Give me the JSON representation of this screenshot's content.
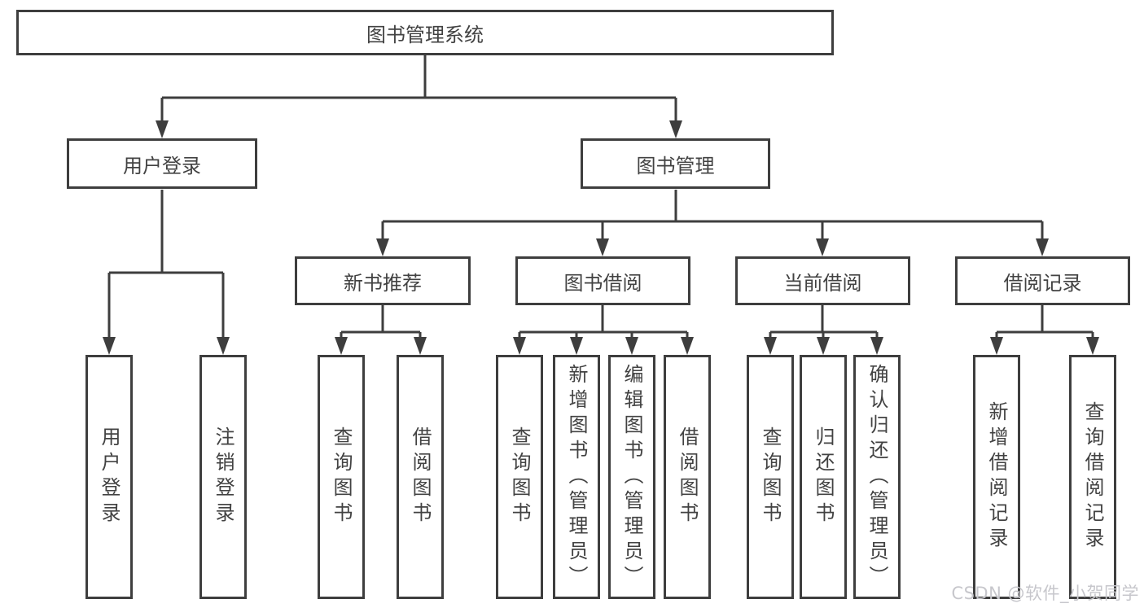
{
  "diagram": {
    "title": "图书管理系统",
    "root": {
      "label": "图书管理系统"
    },
    "level2": [
      {
        "label": "用户登录"
      },
      {
        "label": "图书管理"
      }
    ],
    "level3": [
      {
        "label": "新书推荐"
      },
      {
        "label": "图书借阅"
      },
      {
        "label": "当前借阅"
      },
      {
        "label": "借阅记录"
      }
    ],
    "leaves": {
      "user_login": "用户登录",
      "logout": "注销登录",
      "rec_query_books": "查询图书",
      "rec_borrow_books": "借阅图书",
      "bor_query_books": "查询图书",
      "bor_add_books": "新增图书（管理员）",
      "bor_edit_books": "编辑图书（管理员）",
      "bor_borrow_books": "借阅图书",
      "cur_query_books": "查询图书",
      "cur_return_books": "归还图书",
      "cur_confirm_return": "确认归还（管理员）",
      "log_add_record": "新增借阅记录",
      "log_query_record": "查询借阅记录"
    }
  },
  "watermark": "CSDN @软件_小贺同学",
  "colors": {
    "line": "#3e3e3e",
    "box_border": "#3e3e3e",
    "text": "#424242",
    "background": "#ffffff",
    "watermark_text": "#c7c7cc"
  }
}
